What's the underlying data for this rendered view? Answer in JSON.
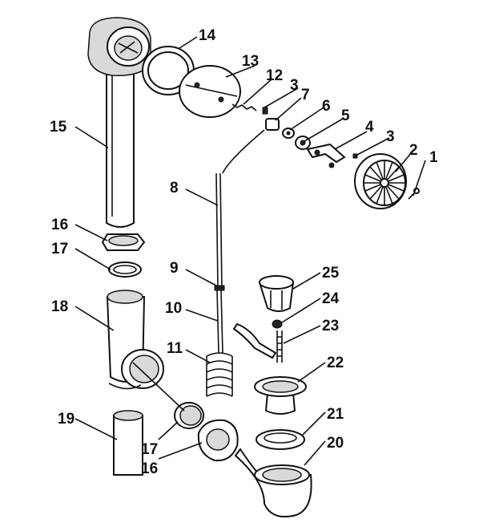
{
  "diagram": {
    "labels": {
      "p1": "1",
      "p2": "2",
      "p3a": "3",
      "p4": "4",
      "p5": "5",
      "p6": "6",
      "p7": "7",
      "p3b": "3",
      "p12": "12",
      "p13": "13",
      "p14": "14",
      "p15": "15",
      "p16a": "16",
      "p17a": "17",
      "p18": "18",
      "p19": "19",
      "p8": "8",
      "p9": "9",
      "p10": "10",
      "p11": "11",
      "p25": "25",
      "p24": "24",
      "p23": "23",
      "p22": "22",
      "p21": "21",
      "p20": "20",
      "p17b": "17",
      "p16b": "16"
    }
  }
}
